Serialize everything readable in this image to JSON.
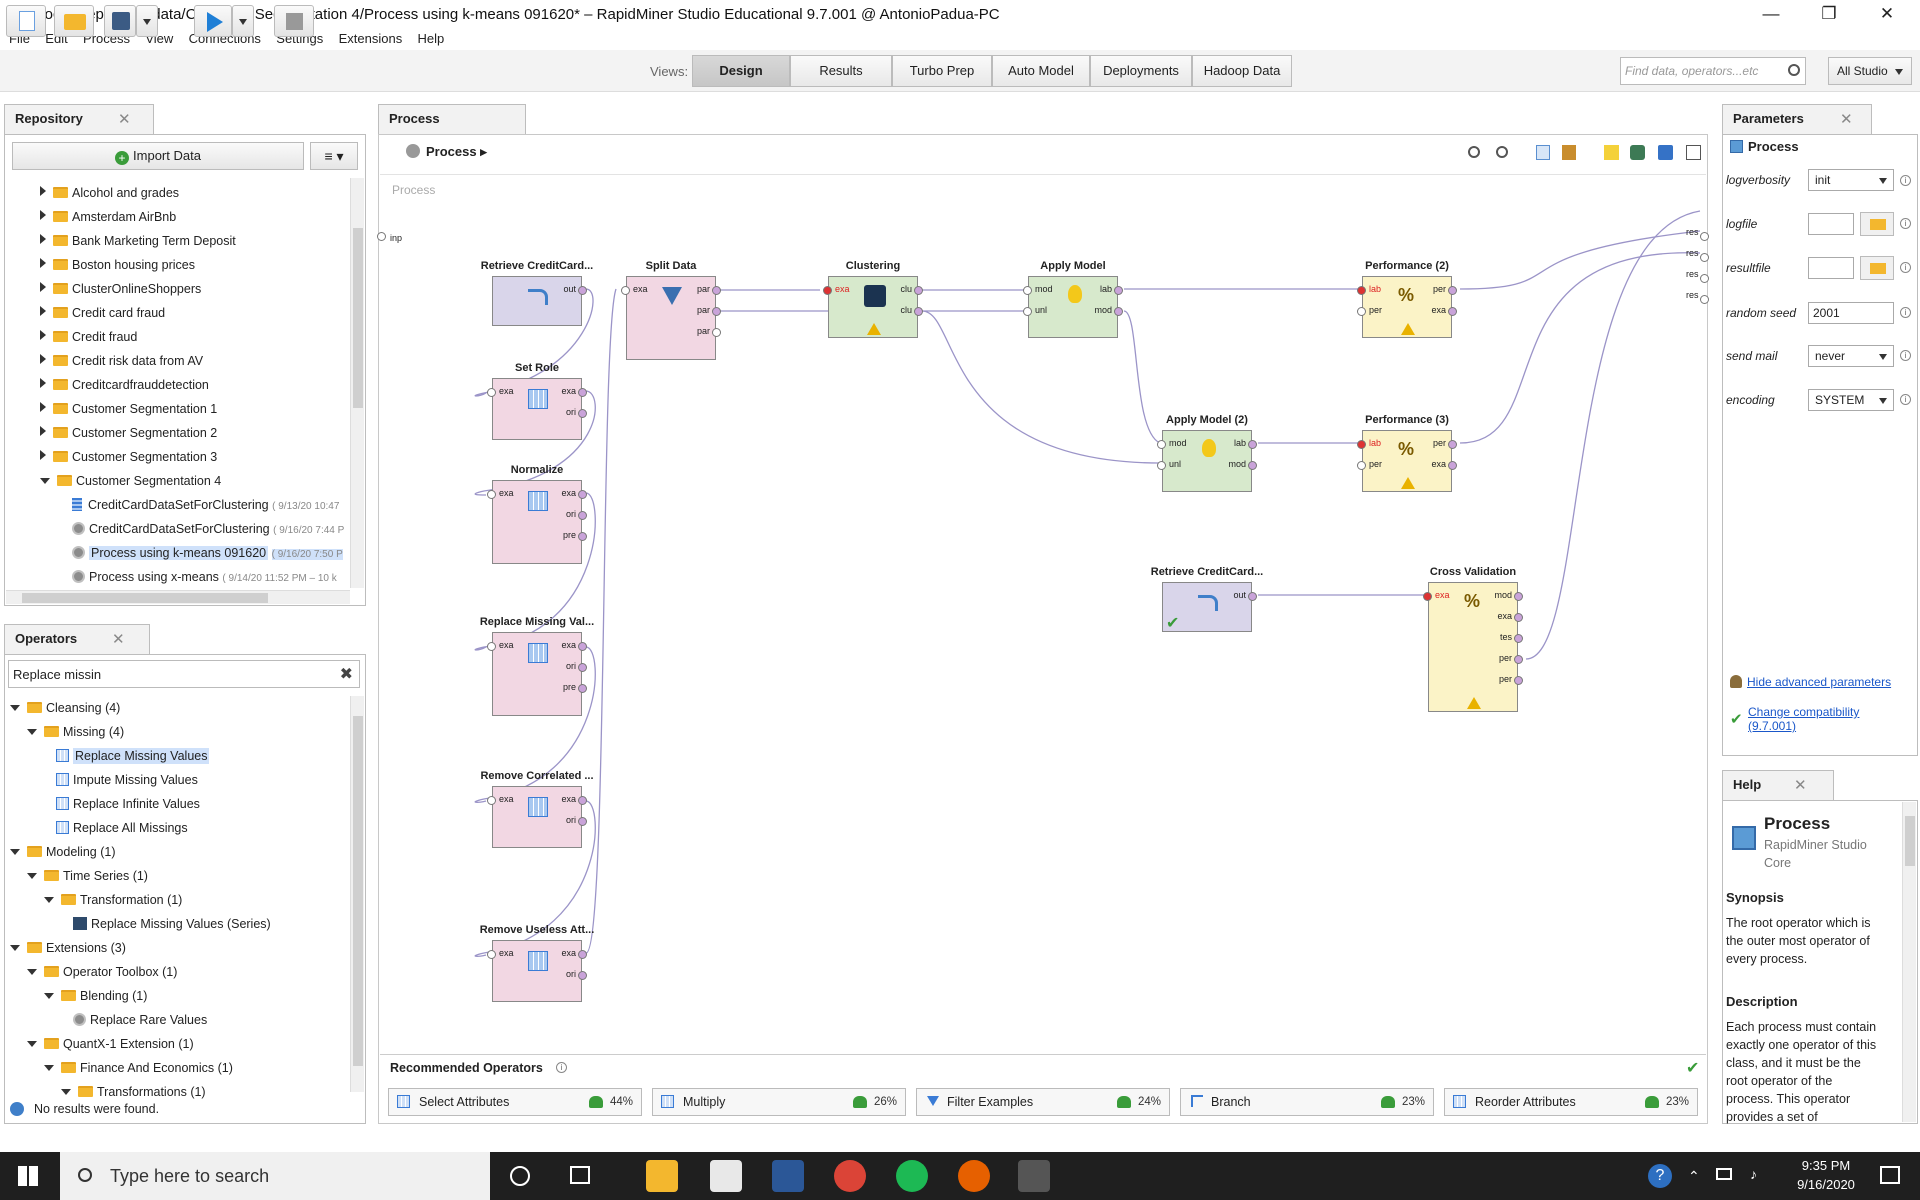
{
  "window": {
    "title": "//Local Repository/data/Customer Segmentation 4/Process using k-means 091620* – RapidMiner Studio Educational 9.7.001 @ AntonioPadua-PC"
  },
  "menu": [
    "File",
    "Edit",
    "Process",
    "View",
    "Connections",
    "Settings",
    "Extensions",
    "Help"
  ],
  "views": {
    "label": "Views:",
    "items": [
      "Design",
      "Results",
      "Turbo Prep",
      "Auto Model",
      "Deployments",
      "Hadoop Data"
    ],
    "active": "Design"
  },
  "search": {
    "placeholder": "Find data, operators...etc",
    "scope": "All Studio"
  },
  "repository": {
    "tab": "Repository",
    "import_label": "Import Data",
    "items": [
      {
        "label": "Alcohol and grades",
        "type": "folder",
        "state": "collapsed"
      },
      {
        "label": "Amsterdam AirBnb",
        "type": "folder",
        "state": "collapsed"
      },
      {
        "label": "Bank Marketing Term Deposit",
        "type": "folder",
        "state": "collapsed"
      },
      {
        "label": "Boston housing prices",
        "type": "folder",
        "state": "collapsed"
      },
      {
        "label": "ClusterOnlineShoppers",
        "type": "folder",
        "state": "collapsed"
      },
      {
        "label": "Credit card fraud",
        "type": "folder",
        "state": "collapsed"
      },
      {
        "label": "Credit fraud",
        "type": "folder",
        "state": "collapsed"
      },
      {
        "label": "Credit risk data from AV",
        "type": "folder",
        "state": "collapsed"
      },
      {
        "label": "Creditcardfrauddetection",
        "type": "folder",
        "state": "collapsed"
      },
      {
        "label": "Customer Segmentation 1",
        "type": "folder",
        "state": "collapsed"
      },
      {
        "label": "Customer Segmentation 2",
        "type": "folder",
        "state": "collapsed"
      },
      {
        "label": "Customer Segmentation 3",
        "type": "folder",
        "state": "collapsed"
      },
      {
        "label": "Customer Segmentation 4",
        "type": "folder",
        "state": "expanded"
      }
    ],
    "children": [
      {
        "label": "CreditCardDataSetForClustering",
        "meta": "( 9/13/20 10:47",
        "type": "data"
      },
      {
        "label": "CreditCardDataSetForClustering",
        "meta": "( 9/16/20 7:44 P",
        "type": "process"
      },
      {
        "label": "Process using k-means 091620",
        "meta": "( 9/16/20 7:50 P",
        "type": "process",
        "selected": true
      },
      {
        "label": "Process using x-means",
        "meta": "( 9/14/20 11:52 PM – 10 k",
        "type": "process"
      }
    ]
  },
  "operators": {
    "tab": "Operators",
    "filter_value": "Replace missin",
    "status": "No results were found.",
    "tree": [
      {
        "label": "Cleansing (4)",
        "indent": 0,
        "kind": "folder"
      },
      {
        "label": "Missing (4)",
        "indent": 1,
        "kind": "folder"
      },
      {
        "label": "Replace Missing Values",
        "indent": 2,
        "kind": "op",
        "selected": true
      },
      {
        "label": "Impute Missing Values",
        "indent": 2,
        "kind": "op"
      },
      {
        "label": "Replace Infinite Values",
        "indent": 2,
        "kind": "op"
      },
      {
        "label": "Replace All Missings",
        "indent": 2,
        "kind": "op"
      },
      {
        "label": "Modeling (1)",
        "indent": 0,
        "kind": "folder"
      },
      {
        "label": "Time Series (1)",
        "indent": 1,
        "kind": "folder"
      },
      {
        "label": "Transformation (1)",
        "indent": 2,
        "kind": "folder"
      },
      {
        "label": "Replace Missing Values (Series)",
        "indent": 3,
        "kind": "series"
      },
      {
        "label": "Extensions (3)",
        "indent": 0,
        "kind": "folder"
      },
      {
        "label": "Operator Toolbox (1)",
        "indent": 1,
        "kind": "folder"
      },
      {
        "label": "Blending (1)",
        "indent": 2,
        "kind": "folder"
      },
      {
        "label": "Replace Rare Values",
        "indent": 3,
        "kind": "gear"
      },
      {
        "label": "QuantX-1 Extension (1)",
        "indent": 1,
        "kind": "folder"
      },
      {
        "label": "Finance And Economics (1)",
        "indent": 2,
        "kind": "folder"
      },
      {
        "label": "Transformations (1)",
        "indent": 3,
        "kind": "folder"
      }
    ]
  },
  "process": {
    "tab": "Process",
    "breadcrumb": "Process",
    "canvas_label": "Process",
    "inp": "inp",
    "res_ports": [
      "res",
      "res",
      "res",
      "res"
    ],
    "operators": [
      {
        "name": "Retrieve CreditCard...",
        "ports_out": [
          "out"
        ]
      },
      {
        "name": "Set Role",
        "ports_in": [
          "exa"
        ],
        "ports_out": [
          "exa",
          "ori"
        ]
      },
      {
        "name": "Normalize",
        "ports_in": [
          "exa"
        ],
        "ports_out": [
          "exa",
          "ori",
          "pre"
        ]
      },
      {
        "name": "Replace Missing Val...",
        "ports_in": [
          "exa"
        ],
        "ports_out": [
          "exa",
          "ori",
          "pre"
        ]
      },
      {
        "name": "Remove Correlated ...",
        "ports_in": [
          "exa"
        ],
        "ports_out": [
          "exa",
          "ori"
        ]
      },
      {
        "name": "Remove Useless Att...",
        "ports_in": [
          "exa"
        ],
        "ports_out": [
          "exa",
          "ori"
        ]
      },
      {
        "name": "Split Data",
        "ports_in": [
          "exa"
        ],
        "ports_out": [
          "par",
          "par",
          "par"
        ]
      },
      {
        "name": "Clustering",
        "ports_in": [
          "exa"
        ],
        "ports_out": [
          "clu",
          "clu"
        ]
      },
      {
        "name": "Apply Model",
        "ports_in": [
          "mod",
          "unl"
        ],
        "ports_out": [
          "lab",
          "mod"
        ]
      },
      {
        "name": "Performance (2)",
        "ports_in": [
          "lab",
          "per"
        ],
        "ports_out": [
          "per",
          "exa"
        ]
      },
      {
        "name": "Apply Model (2)",
        "ports_in": [
          "mod",
          "unl"
        ],
        "ports_out": [
          "lab",
          "mod"
        ]
      },
      {
        "name": "Performance (3)",
        "ports_in": [
          "lab",
          "per"
        ],
        "ports_out": [
          "per",
          "exa"
        ]
      },
      {
        "name": "Retrieve CreditCard...",
        "ports_out": [
          "out"
        ]
      },
      {
        "name": "Cross Validation",
        "ports_in": [
          "exa"
        ],
        "ports_out": [
          "mod",
          "exa",
          "tes",
          "per",
          "per"
        ]
      }
    ]
  },
  "recommended": {
    "title": "Recommended Operators",
    "items": [
      {
        "label": "Select Attributes",
        "pct": "44%"
      },
      {
        "label": "Multiply",
        "pct": "26%"
      },
      {
        "label": "Filter Examples",
        "pct": "24%"
      },
      {
        "label": "Branch",
        "pct": "23%"
      },
      {
        "label": "Reorder Attributes",
        "pct": "23%"
      }
    ]
  },
  "parameters": {
    "tab": "Parameters",
    "operator": "Process",
    "rows": [
      {
        "label": "logverbosity",
        "value": "init",
        "kind": "select"
      },
      {
        "label": "logfile",
        "value": "",
        "kind": "file"
      },
      {
        "label": "resultfile",
        "value": "",
        "kind": "file"
      },
      {
        "label": "random seed",
        "value": "2001",
        "kind": "text"
      },
      {
        "label": "send mail",
        "value": "never",
        "kind": "select"
      },
      {
        "label": "encoding",
        "value": "SYSTEM",
        "kind": "select"
      }
    ],
    "hide_advanced": "Hide advanced parameters",
    "compat_line1": "Change compatibility",
    "compat_line2": "(9.7.001)"
  },
  "help": {
    "tab": "Help",
    "title": "Process",
    "subtitle_line1": "RapidMiner Studio",
    "subtitle_line2": "Core",
    "synopsis_head": "Synopsis",
    "synopsis_lines": [
      "The root operator which is",
      "the outer most operator of",
      "every process."
    ],
    "desc_head": "Description",
    "desc_lines": [
      "Each process must contain",
      "exactly one operator of this",
      "class, and it must be the",
      "root operator of the",
      "process. This operator",
      "provides a set of"
    ]
  },
  "taskbar": {
    "search_placeholder": "Type here to search",
    "time": "9:35 PM",
    "date": "9/16/2020"
  }
}
